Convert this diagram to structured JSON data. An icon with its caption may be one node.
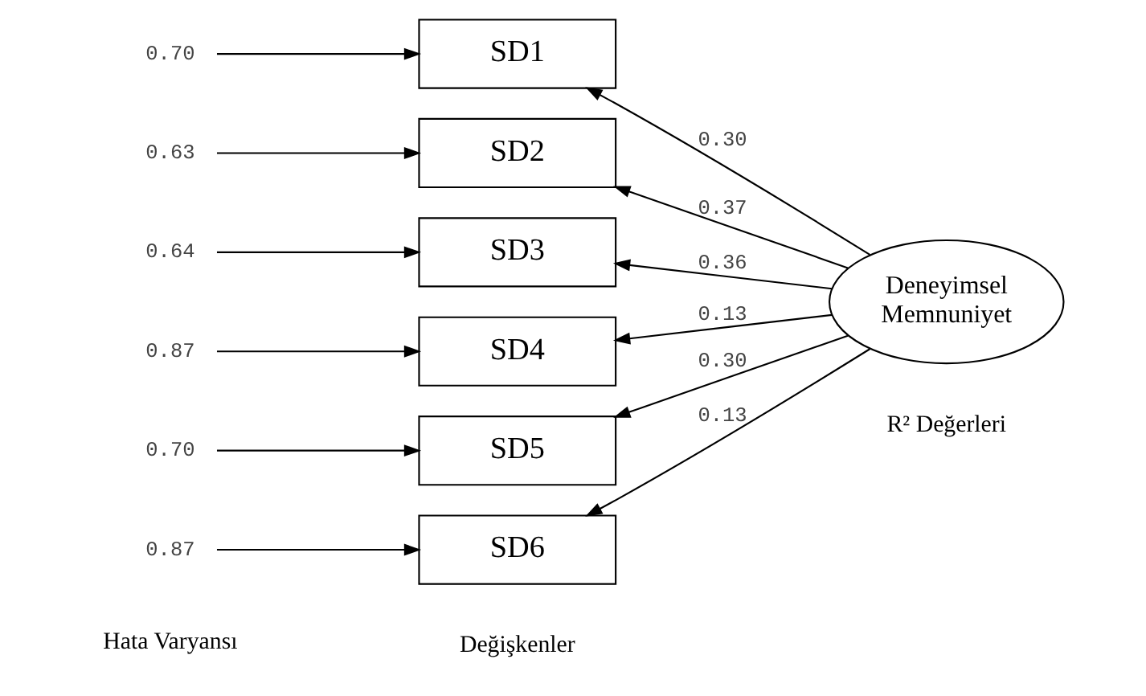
{
  "diagram": {
    "nodes": [
      {
        "text": [
          "SD1"
        ]
      },
      {
        "text": [
          "SD2"
        ]
      },
      {
        "text": [
          "SD3"
        ]
      },
      {
        "text": [
          "SD4"
        ]
      },
      {
        "text": [
          "SD5"
        ]
      },
      {
        "text": [
          "SD6"
        ]
      },
      {
        "text": [
          "0.70"
        ]
      },
      {
        "text": [
          "0.63"
        ]
      },
      {
        "text": [
          "0.64"
        ]
      },
      {
        "text": [
          "0.87"
        ]
      },
      {
        "text": [
          "0.70"
        ]
      },
      {
        "text": [
          "0.87"
        ]
      },
      {
        "text": [
          "Deneyimsel Memnuniyet"
        ]
      }
    ],
    "edges": [
      {
        "from": 6,
        "to": 0,
        "arrow": "to"
      },
      {
        "from": 7,
        "to": 1,
        "arrow": "to"
      },
      {
        "from": 8,
        "to": 2,
        "arrow": "to"
      },
      {
        "from": 9,
        "to": 3,
        "arrow": "to"
      },
      {
        "from": 10,
        "to": 4,
        "arrow": "to"
      },
      {
        "from": 11,
        "to": 5,
        "arrow": "to"
      },
      {
        "from": 12,
        "to": 0,
        "arrow": "to",
        "label": "0.30"
      },
      {
        "from": 12,
        "to": 1,
        "arrow": "to",
        "label": "0.37"
      },
      {
        "from": 12,
        "to": 2,
        "arrow": "to",
        "label": "0.36"
      },
      {
        "from": 12,
        "to": 3,
        "arrow": "to",
        "label": "0.13"
      },
      {
        "from": 12,
        "to": 4,
        "arrow": "to",
        "label": "0.30"
      },
      {
        "from": 12,
        "to": 5,
        "arrow": "to",
        "label": "0.13"
      }
    ],
    "labels": [
      "Değişkenler",
      "Hata Varyansı",
      "R² Değerleri"
    ]
  }
}
